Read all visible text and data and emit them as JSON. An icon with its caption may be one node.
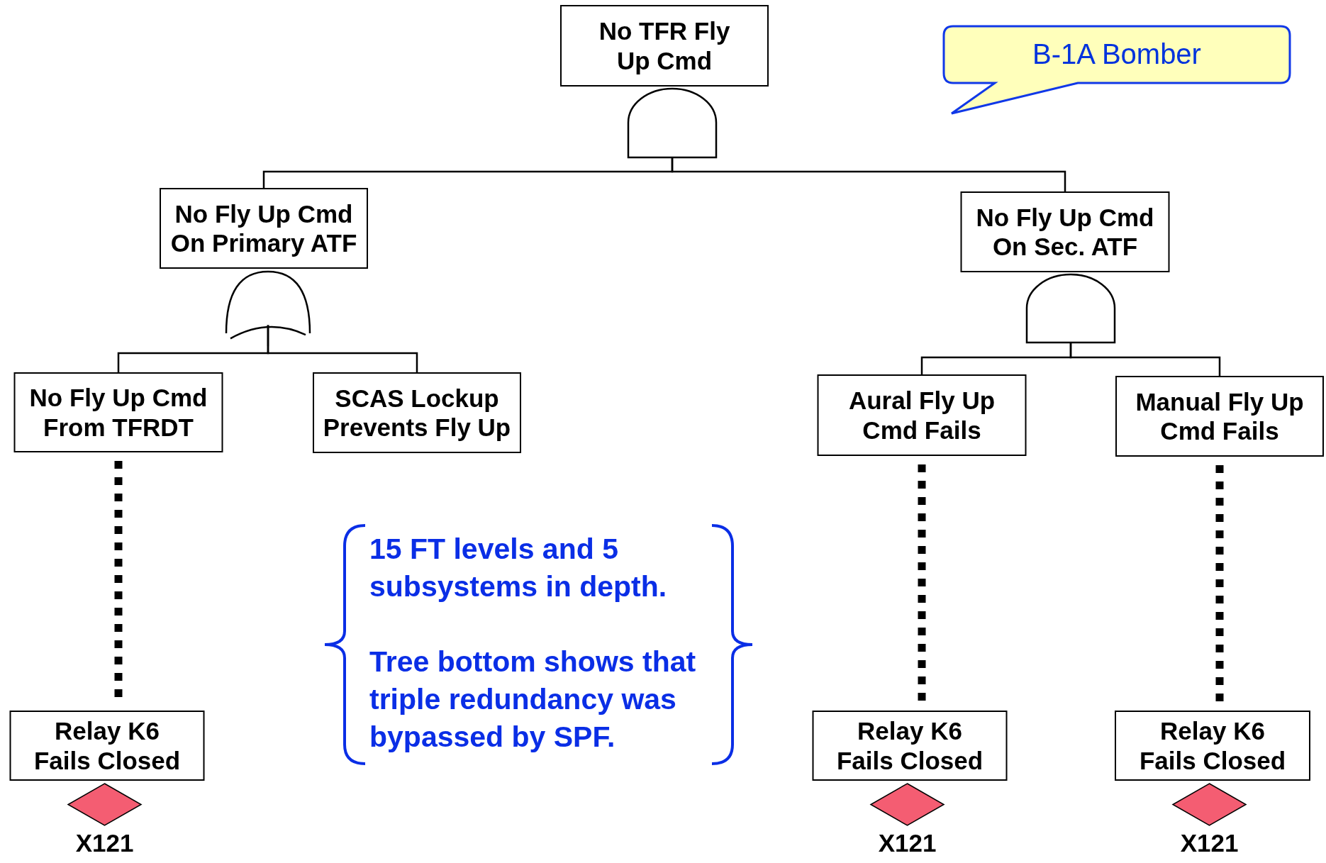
{
  "diagram": {
    "nodes": [
      {
        "text": [
          "No TFR Fly Up Cmd"
        ]
      },
      {
        "text": [
          "B-1A Bomber"
        ]
      },
      {
        "text": [],
        "shape": "and-gate"
      },
      {
        "text": [
          "No Fly Up Cmd On Primary ATF"
        ]
      },
      {
        "text": [
          "No Fly Up Cmd On Sec. ATF"
        ]
      },
      {
        "text": [],
        "shape": "or-gate"
      },
      {
        "text": [],
        "shape": "and-gate"
      },
      {
        "text": [
          "No Fly Up Cmd From TFRDT"
        ]
      },
      {
        "text": [
          "SCAS Lockup Prevents Fly Up"
        ]
      },
      {
        "text": [
          "Aural Fly Up Cmd Fails"
        ]
      },
      {
        "text": [
          "Manual Fly Up Cmd Fails"
        ]
      },
      {
        "text": [
          "Relay K6 Fails Closed"
        ]
      },
      {
        "text": [
          "Relay K6 Fails Closed"
        ]
      },
      {
        "text": [
          "Relay K6 Fails Closed"
        ]
      },
      {
        "text": [],
        "shape": "diamond",
        "beside": [
          "X121"
        ]
      },
      {
        "text": [],
        "shape": "diamond",
        "beside": [
          "X121"
        ]
      },
      {
        "text": [],
        "shape": "diamond",
        "beside": [
          "X121"
        ]
      }
    ],
    "edges": [
      {
        "from": 2,
        "to": 3,
        "arrow": "none"
      },
      {
        "from": 2,
        "to": 4,
        "arrow": "none"
      },
      {
        "from": 5,
        "to": 7,
        "arrow": "none"
      },
      {
        "from": 5,
        "to": 8,
        "arrow": "none"
      },
      {
        "from": 6,
        "to": 9,
        "arrow": "none"
      },
      {
        "from": 6,
        "to": 10,
        "arrow": "none"
      },
      {
        "from": 7,
        "to": 11,
        "arrow": "none",
        "style": "dashed"
      },
      {
        "from": 9,
        "to": 12,
        "arrow": "none",
        "style": "dashed"
      },
      {
        "from": 10,
        "to": 13,
        "arrow": "none",
        "style": "dashed"
      }
    ],
    "labels": [
      "15 FT levels and 5 subsystems in depth.",
      "Tree bottom shows that triple redundancy was bypassed by SPF."
    ]
  }
}
